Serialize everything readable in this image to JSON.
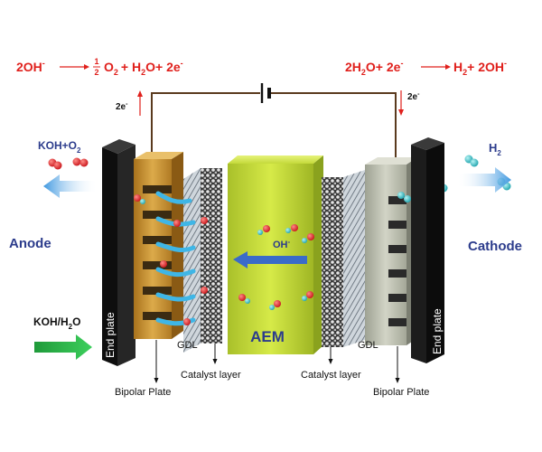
{
  "reactions": {
    "anode": {
      "lead": "2OH",
      "lead_sup": "-",
      "frac_num": "1",
      "frac_den": "2",
      "tail": "O",
      "tail_sub": "2",
      "plus_water": "+ H",
      "water_sub": "2",
      "water_o": "O+ 2e",
      "water_sup": "-"
    },
    "cathode": {
      "lead": "2H",
      "lead_sub": "2",
      "lead_mid": "O+ 2e",
      "lead_sup": "-",
      "h": "H",
      "h_sub": "2",
      "tail": "+ 2OH",
      "tail_sup": "-"
    }
  },
  "electrons": {
    "left": "2e",
    "right": "2e",
    "sup": "-"
  },
  "flows": {
    "koh_o2": "KOH+O",
    "koh_o2_sub": "2",
    "h2": "H",
    "h2_sub": "2",
    "koh_h2o": "KOH/H",
    "koh_h2o_sub": "2",
    "koh_h2o_tail": "O"
  },
  "sides": {
    "anode": "Anode",
    "cathode": "Cathode"
  },
  "components": {
    "end_plate_left": "End plate",
    "end_plate_right": "End plate",
    "aem": "AEM",
    "hydroxide": "OH",
    "hydroxide_sup": "-",
    "gdl_left": "GDL",
    "gdl_right": "GDL",
    "catalyst_left": "Catalyst layer",
    "catalyst_right": "Catalyst layer",
    "bipolar_left": "Bipolar Plate",
    "bipolar_right": "Bipolar Plate"
  },
  "colors": {
    "reaction_red": "#e0201c",
    "label_blue": "#2c3c8c",
    "flow_blue": "#5aa8e6",
    "flow_green": "#2eb24a",
    "end_plate": "#141414",
    "bipolar_left": "#c8922e",
    "bipolar_right": "#b9bcae",
    "aem": "#c9df3a",
    "wire": "#5a3a1e"
  }
}
